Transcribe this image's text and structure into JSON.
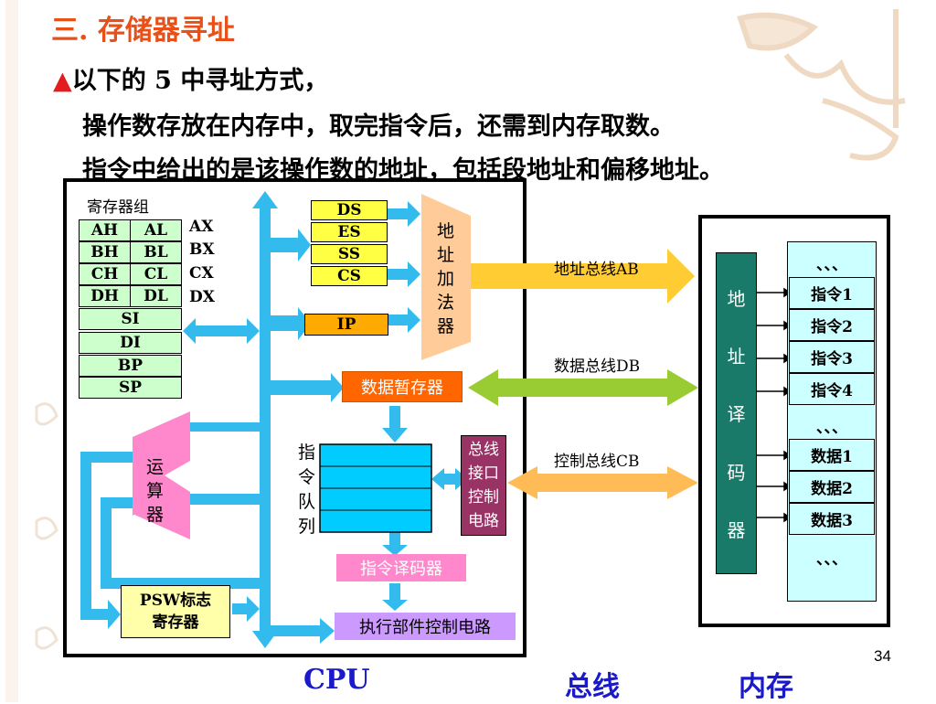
{
  "slide": {
    "title": "三. 存储器寻址",
    "bullet_marker": "▲",
    "line1": "以下的 5 中寻址方式，",
    "line2": "操作数存放在内存中，取完指令后，还需到内存取数。",
    "line3": "指令中给出的是该操作数的地址，包括段地址和偏移地址。",
    "page_number": "34"
  },
  "cpu": {
    "register_group_label": "寄存器组",
    "general_regs": [
      {
        "high": "AH",
        "low": "AL",
        "pair": "AX"
      },
      {
        "high": "BH",
        "low": "BL",
        "pair": "BX"
      },
      {
        "high": "CH",
        "low": "CL",
        "pair": "CX"
      },
      {
        "high": "DH",
        "low": "DL",
        "pair": "DX"
      }
    ],
    "pointer_regs": [
      "SI",
      "DI",
      "BP",
      "SP"
    ],
    "segment_regs": [
      "DS",
      "ES",
      "SS",
      "CS"
    ],
    "ip": "IP",
    "address_adder": [
      "地",
      "址",
      "加",
      "法",
      "器"
    ],
    "data_temp_register": "数据暂存器",
    "alu": [
      "运",
      "算",
      "器"
    ],
    "instruction_queue": [
      "指",
      "令",
      "队",
      "列"
    ],
    "bus_interface_control": [
      "总线",
      "接口",
      "控制",
      "电路"
    ],
    "instruction_decoder": "指令译码器",
    "psw": [
      "PSW标志",
      "寄存器"
    ],
    "exec_control": "执行部件控制电路"
  },
  "bus": {
    "address_bus": "地址总线AB",
    "data_bus": "数据总线DB",
    "control_bus": "控制总线CB"
  },
  "memory": {
    "decoder": [
      "地",
      "址",
      "译",
      "码",
      "器"
    ],
    "cells": [
      "、、、",
      "指令1",
      "指令2",
      "指令3",
      "指令4",
      "、、、",
      "数据1",
      "数据2",
      "数据3",
      "、、、"
    ]
  },
  "captions": {
    "cpu": "CPU",
    "bus": "总线",
    "memory": "内存"
  },
  "colors": {
    "title": "#e8501a",
    "internal_bus": "#33bbee",
    "register_fill": "#ccffcc",
    "segment_fill": "#ffff44",
    "orange_box": "#ff6600",
    "pink": "#ff88cc",
    "maroon_box": "#993366",
    "purple_box": "#cc99ff",
    "decoder_fill": "#1a7a6a",
    "memory_fill": "#ccffff",
    "adder_fill": "#ffcc99",
    "caption": "#1a1acc"
  }
}
